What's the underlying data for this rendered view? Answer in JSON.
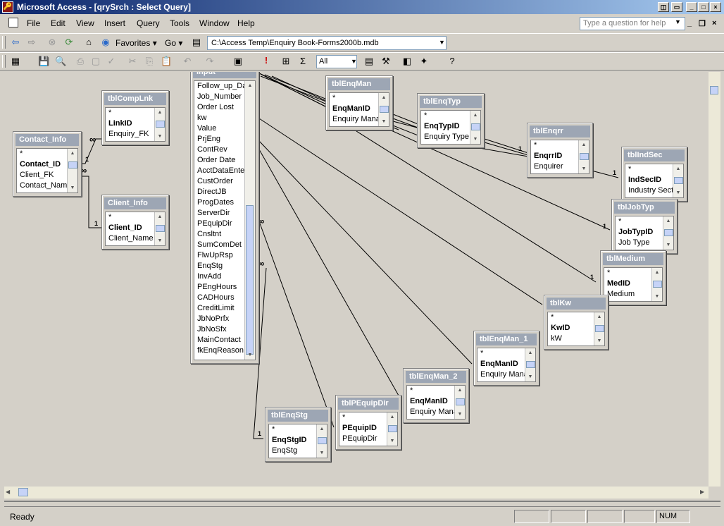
{
  "window": {
    "title": "Microsoft Access - [qrySrch : Select Query]"
  },
  "menubar": {
    "items": [
      "File",
      "Edit",
      "View",
      "Insert",
      "Query",
      "Tools",
      "Window",
      "Help"
    ]
  },
  "help": {
    "placeholder": "Type a question for help"
  },
  "web_toolbar": {
    "favorites": "Favorites",
    "go": "Go",
    "address": "C:\\Access Temp\\Enquiry Book-Forms2000b.mdb"
  },
  "query_toolbar": {
    "top_values": "All"
  },
  "tables": {
    "input": {
      "title": "Input",
      "fields": [
        "Follow_up_Da",
        "Job_Number",
        "Order Lost",
        "kw",
        "Value",
        "PrjEng",
        "ContRev",
        "Order Date",
        "AcctDataEnte",
        "CustOrder",
        "DirectJB",
        "ProgDates",
        "ServerDir",
        "PEquipDir",
        "Cnsltnt",
        "SumComDet",
        "FlwUpRsp",
        "EnqStg",
        "InvAdd",
        "PEngHours",
        "CADHours",
        "CreditLimit",
        "JbNoPrfx",
        "JbNoSfx",
        "MainContact",
        "fkEnqReasonI"
      ]
    },
    "tblCompLnk": {
      "title": "tblCompLnk",
      "fields": [
        "*",
        "LinkID",
        "Enquiry_FK"
      ]
    },
    "contact_info": {
      "title": "Contact_Info",
      "fields": [
        "*",
        "Contact_ID",
        "Client_FK",
        "Contact_Nam"
      ]
    },
    "client_info": {
      "title": "Client_Info",
      "fields": [
        "*",
        "Client_ID",
        "Client_Name"
      ]
    },
    "tblEnqMan": {
      "title": "tblEnqMan",
      "fields": [
        "*",
        "EnqManID",
        "Enquiry Mana"
      ]
    },
    "tblEnqTyp": {
      "title": "tblEnqTyp",
      "fields": [
        "*",
        "EnqTypID",
        "Enquiry Type"
      ]
    },
    "tblEnqrr": {
      "title": "tblEnqrr",
      "fields": [
        "*",
        "EnqrrID",
        "Enquirer"
      ]
    },
    "tblIndSec": {
      "title": "tblIndSec",
      "fields": [
        "*",
        "IndSecID",
        "Industry Sector"
      ]
    },
    "tblJobTyp": {
      "title": "tblJobTyp",
      "fields": [
        "*",
        "JobTypID",
        "Job Type"
      ]
    },
    "tblMedium": {
      "title": "tblMedium",
      "fields": [
        "*",
        "MedID",
        "Medium"
      ]
    },
    "tblKw": {
      "title": "tblKw",
      "fields": [
        "*",
        "KwID",
        "kW"
      ]
    },
    "tblEnqMan_1": {
      "title": "tblEnqMan_1",
      "fields": [
        "*",
        "EnqManID",
        "Enquiry Mana"
      ]
    },
    "tblEnqMan_2": {
      "title": "tblEnqMan_2",
      "fields": [
        "*",
        "EnqManID",
        "Enquiry Mana"
      ]
    },
    "tblPEquipDir": {
      "title": "tblPEquipDir",
      "fields": [
        "*",
        "PEquipID",
        "PEquipDir"
      ]
    },
    "tblEnqStg": {
      "title": "tblEnqStg",
      "fields": [
        "*",
        "EnqStgID",
        "EnqStg"
      ]
    }
  },
  "join_labels": {
    "one": "1",
    "many": "∞"
  },
  "status": {
    "text": "Ready",
    "num": "NUM"
  }
}
